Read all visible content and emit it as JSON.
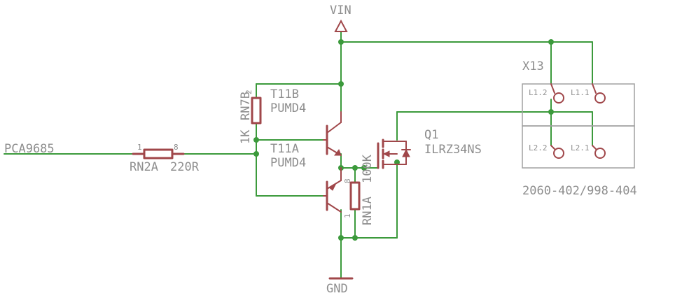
{
  "nets": {
    "vin": "VIN",
    "gnd": "GND",
    "pca": "PCA9685"
  },
  "resistor_rn2a": {
    "name": "RN2A",
    "value": "220R",
    "pin_a": "1",
    "pin_b": "8"
  },
  "resistor_rn7b": {
    "name": "RN7B",
    "value": "1K",
    "pin": "2"
  },
  "resistor_rn1a": {
    "name": "RN1A",
    "value": "100K",
    "pin_a": "8",
    "pin_b": "1"
  },
  "transistor_t11b": {
    "name": "T11B",
    "value": "PUMD4"
  },
  "transistor_t11a": {
    "name": "T11A",
    "value": "PUMD4"
  },
  "mosfet_q1": {
    "name": "Q1",
    "value": "ILRZ34NS"
  },
  "connector_x13": {
    "name": "X13",
    "part_number": "2060-402/998-404",
    "pins": [
      "L1.2",
      "L1.1",
      "L2.2",
      "L2.1"
    ]
  },
  "colors": {
    "wire": "#3c9a3c",
    "component": "#a0474a",
    "label": "#8e8e8e",
    "outline": "#a0a0a0"
  }
}
